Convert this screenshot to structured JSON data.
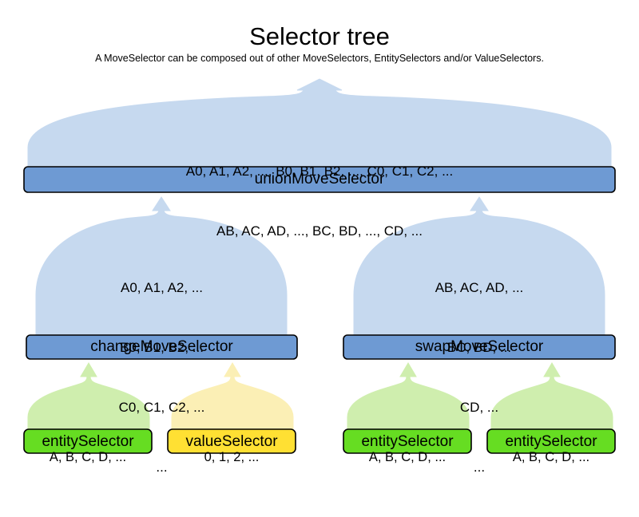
{
  "header": {
    "title": "Selector tree",
    "subtitle": "A MoveSelector can be composed out of other MoveSelectors, EntitySelectors and/or ValueSelectors."
  },
  "colors": {
    "move_body": "#c6d9ef",
    "move_bar": "#6e9ad3",
    "entity_body": "#cfeeae",
    "entity_bar": "#66dd22",
    "value_body": "#fbefb5",
    "value_bar": "#ffe033",
    "outline": "#000000"
  },
  "nodes": {
    "union": {
      "label": "unionMoveSelector",
      "lines": [
        "A0, A1, A2, ..., B0, B1, B2, ..., C0, C1, C2, ...",
        "AB, AC, AD, ..., BC, BD, ..., CD, ..."
      ]
    },
    "change": {
      "label": "changeMoveSelector",
      "lines": [
        "A0, A1, A2, ...",
        "B0, B1, B2, ...",
        "C0, C1, C2, ...",
        "..."
      ]
    },
    "swap": {
      "label": "swapMoveSelector",
      "lines": [
        "AB, AC, AD, ...",
        "BC, BD, ...",
        "CD, ...",
        "..."
      ]
    },
    "leaf_change_entity": {
      "label": "entitySelector",
      "lines": [
        "A, B, C, D, ..."
      ]
    },
    "leaf_change_value": {
      "label": "valueSelector",
      "lines": [
        "0, 1, 2, ..."
      ]
    },
    "leaf_swap_entity_left": {
      "label": "entitySelector",
      "lines": [
        "A, B, C, D, ..."
      ]
    },
    "leaf_swap_entity_right": {
      "label": "entitySelector",
      "lines": [
        "A, B, C, D, ..."
      ]
    }
  }
}
